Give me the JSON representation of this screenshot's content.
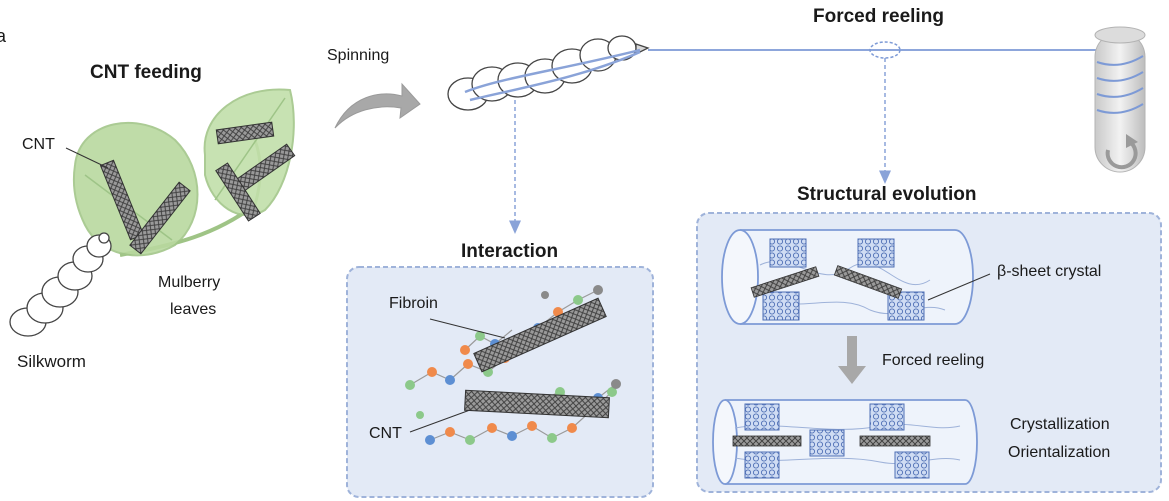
{
  "panel_letter": "a",
  "titles": {
    "cnt_feeding": "CNT feeding",
    "forced_reeling": "Forced reeling",
    "interaction": "Interaction",
    "structural_evolution": "Structural evolution"
  },
  "labels": {
    "spinning": "Spinning",
    "cnt_leaf": "CNT",
    "mulberry_line1": "Mulberry",
    "mulberry_line2": "leaves",
    "silkworm": "Silkworm",
    "fibroin": "Fibroin",
    "cnt_interaction": "CNT",
    "beta_sheet": "β-sheet crystal",
    "forced_reeling_step": "Forced reeling",
    "crystallization": "Crystallization",
    "orientalization": "Orientalization"
  },
  "colors": {
    "panel_fill": "#e3eaf6",
    "panel_border": "#9fb3da",
    "leaf_green": "#a9cf8e",
    "fiber_blue": "#7d9ad6",
    "arrow_gray": "#9a9a9a",
    "atom_orange": "#f08a4b",
    "atom_green": "#8cc98a",
    "atom_blue": "#5d8fd3",
    "atom_gray": "#8a8a8a"
  }
}
